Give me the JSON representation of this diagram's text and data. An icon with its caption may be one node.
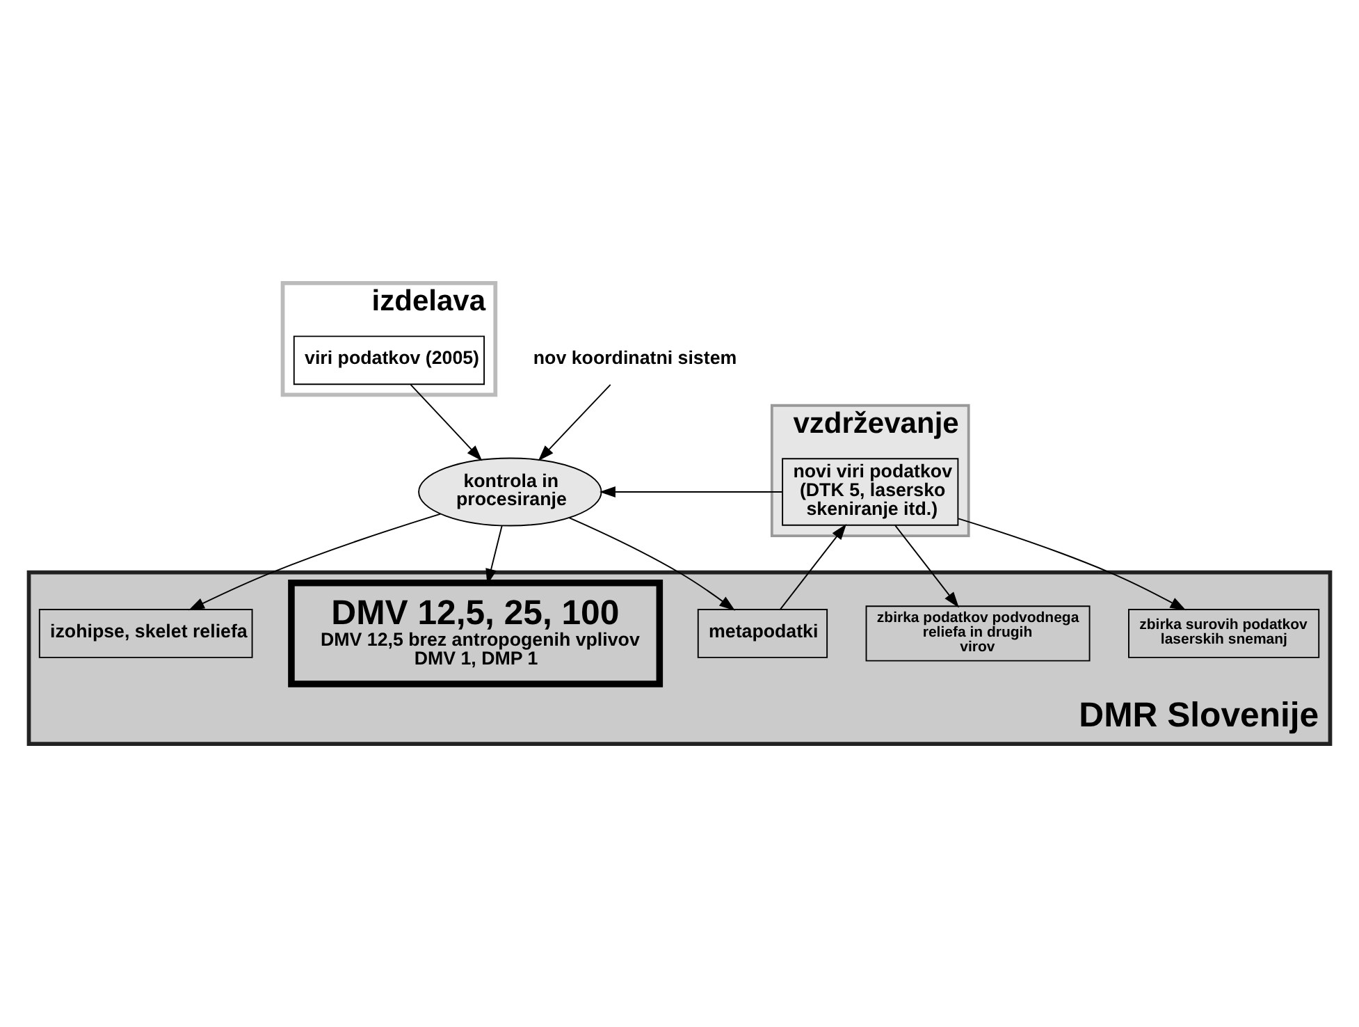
{
  "diagram": {
    "nodes": [
      {
        "text": [
          "izdelava"
        ]
      },
      {
        "text": [
          "viri podatkov (2005)"
        ],
        "in": 0
      },
      {
        "text": [
          "vzdrževanje"
        ]
      },
      {
        "text": [
          "kontrola in procesiranje"
        ]
      },
      {
        "text": [
          "novi viri podatkov (DTK 5, lasersko skeniranje itd.)"
        ],
        "in": 2
      },
      {
        "text": [
          "nov koordinatni sistem"
        ]
      },
      {
        "text": [
          "DMR Slovenije"
        ]
      },
      {
        "text": [
          "DMV 12,5, 25, 100",
          "DMV 12,5 brez antropogenih vplivov",
          "DMV 1, DMP 1"
        ],
        "in": 6
      },
      {
        "text": [
          "zbirka podatkov podvodnega reliefa in drugih virov"
        ],
        "in": 6
      },
      {
        "text": [
          "zbirka surovih podatkov laserskih snemanj"
        ],
        "in": 6
      },
      {
        "text": [
          "izohipse, skelet reliefa"
        ],
        "in": 6
      },
      {
        "text": [
          "metapodatki"
        ],
        "in": 6
      }
    ],
    "edges": [
      {
        "from": 1,
        "to": 3,
        "arrow": "to"
      },
      {
        "from": 5,
        "to": 3,
        "arrow": "to"
      },
      {
        "from": 4,
        "to": 3,
        "arrow": "to"
      },
      {
        "from": 3,
        "to": 7,
        "arrow": "to"
      },
      {
        "from": 3,
        "to": 10,
        "arrow": "to"
      },
      {
        "from": 3,
        "to": 11,
        "arrow": "to"
      },
      {
        "from": 4,
        "to": 8,
        "arrow": "to"
      },
      {
        "from": 4,
        "to": 9,
        "arrow": "to"
      },
      {
        "from": 11,
        "to": 4,
        "arrow": "to"
      }
    ]
  }
}
